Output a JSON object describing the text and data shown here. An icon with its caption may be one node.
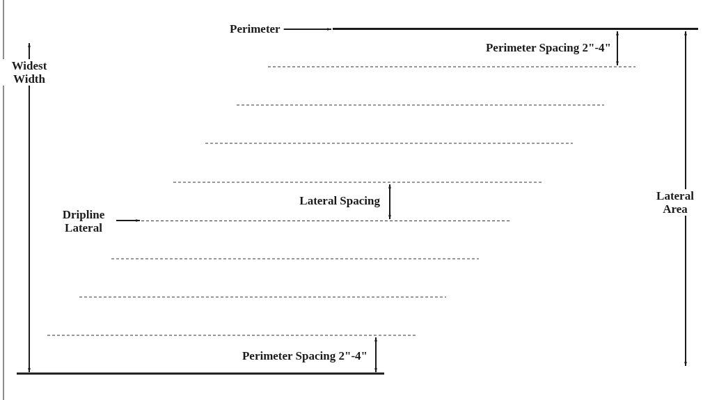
{
  "diagram": {
    "nodes": [
      {
        "text": [
          "Perimeter"
        ]
      },
      {
        "text": [],
        "shape": "line"
      },
      {
        "text": [
          "Dripline Lateral"
        ]
      },
      {
        "text": [],
        "shape": "line"
      }
    ],
    "edges": [
      {
        "from": 0,
        "to": 1,
        "arrow": "to"
      },
      {
        "from": 2,
        "to": 3,
        "arrow": "to"
      }
    ],
    "labels": [
      "Widest Width",
      "Perimeter Spacing 2\"-4\"",
      "Lateral Spacing",
      "Lateral Area",
      "Perimeter Spacing 2\"-4\""
    ]
  }
}
